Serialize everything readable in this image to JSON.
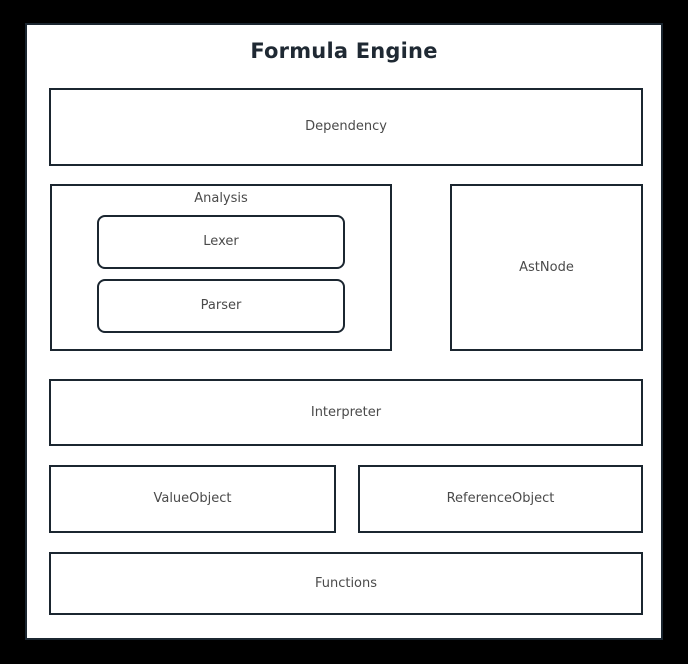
{
  "diagram": {
    "title": "Formula Engine",
    "type": "architecture-block-diagram",
    "background_color": "#000000",
    "card_background_color": "#ffffff",
    "border_color": "#1b2630",
    "label_color": "#4a4a4a",
    "title_color": "#1f2933",
    "nodes": {
      "dependency": {
        "label": "Dependency"
      },
      "analysis": {
        "label": "Analysis"
      },
      "lexer": {
        "label": "Lexer"
      },
      "parser": {
        "label": "Parser"
      },
      "astnode": {
        "label": "AstNode"
      },
      "interpreter": {
        "label": "Interpreter"
      },
      "valueobject": {
        "label": "ValueObject"
      },
      "referenceobject": {
        "label": "ReferenceObject"
      },
      "functions": {
        "label": "Functions"
      }
    }
  }
}
